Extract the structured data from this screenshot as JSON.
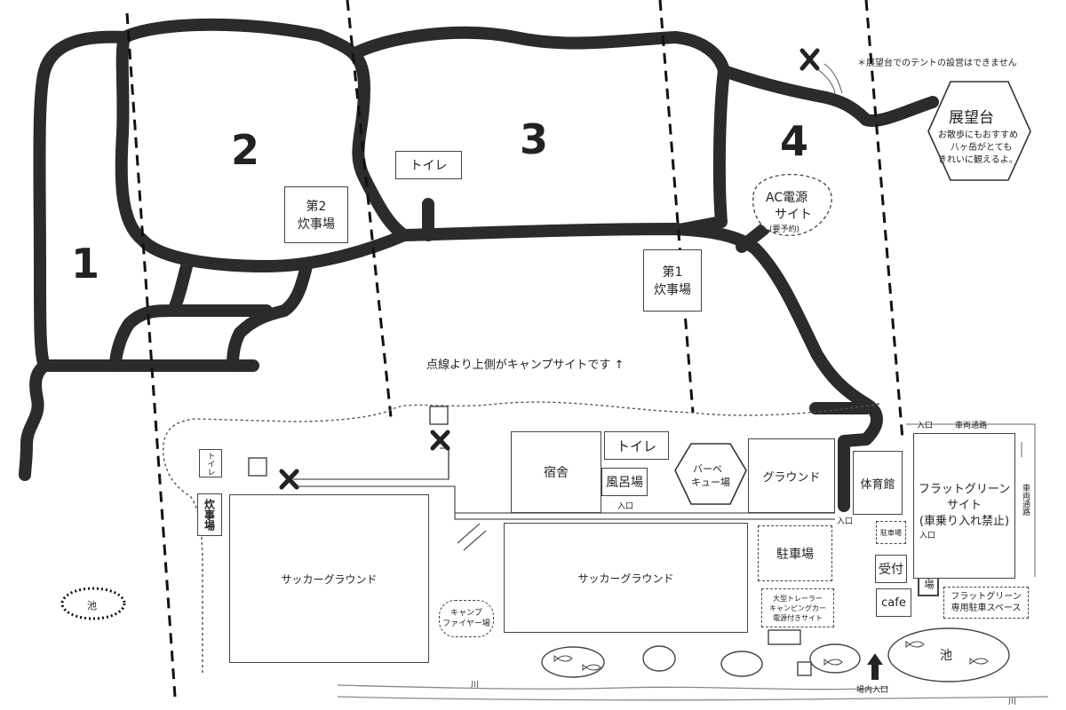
{
  "zones": [
    "1",
    "2",
    "3",
    "4"
  ],
  "note_tent": "＊展望台でのテントの設営はできません",
  "observatory": {
    "title": "展望台",
    "line1": "お散歩にもおすすめ",
    "line2": "八ヶ岳がとても",
    "line3": "きれいに観えるよ。"
  },
  "ac_site": {
    "title": "AC電源",
    "title2": "サイト",
    "sub": "(要予約)"
  },
  "toilet": "トイレ",
  "toilet_small": "トイレ",
  "kitchen1": {
    "line1": "第1",
    "line2": "炊事場"
  },
  "kitchen2": {
    "line1": "第2",
    "line2": "炊事場"
  },
  "kitchen_small": "炊事場",
  "dotted_note": "点線より上側がキャンプサイトです ↑",
  "dorm": "宿舎",
  "bath": "風呂場",
  "bbq": {
    "line1": "バーベ",
    "line2": "キュー場"
  },
  "ground": "グラウンド",
  "gym": "体育館",
  "entrance": "入口",
  "parking": "駐車場",
  "parking_small": "駐車場",
  "soccer1": "サッカーグラウンド",
  "soccer2": "サッカーグラウンド",
  "campfire": {
    "line1": "キャンプ",
    "line2": "ファイヤー場"
  },
  "trailer": {
    "line1": "大型トレーラー",
    "line2": "キャンピングカー",
    "line3": "電源付きサイト"
  },
  "reception": "受付",
  "cafe": "cafe",
  "flat_green": {
    "line1": "フラットグリーン",
    "line2": "サイト",
    "line3": "(車乗り入れ禁止)"
  },
  "flat_green_parking": {
    "line1": "フラットグリーン",
    "line2": "専用駐車スペース"
  },
  "vehicle_road": "車両通路",
  "vehicle_road_v": "車両通路",
  "pond": "池",
  "pond2": "池",
  "river": "川",
  "river2": "川",
  "main_entrance": "場内入口",
  "colors": {
    "road": "#2b2b2b",
    "line": "#444444",
    "background": "#ffffff"
  }
}
